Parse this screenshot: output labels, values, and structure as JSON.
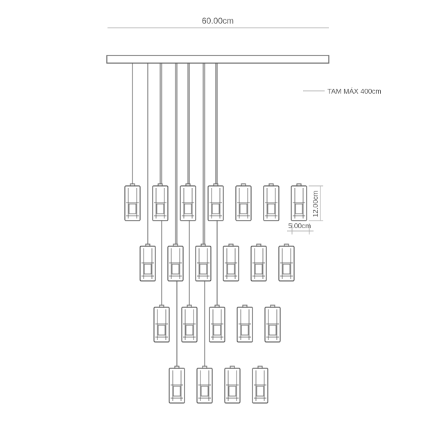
{
  "dimensions": {
    "width_label": "60.00cm",
    "max_length_label": "TAM MÁX 400cm",
    "height_label": "12.00cm",
    "pendant_width_label": "5.00cm"
  },
  "fixture": {
    "canopy_count": 1,
    "cable_count": 12,
    "rows": [
      {
        "pendant_count": 7
      },
      {
        "pendant_count": 6
      },
      {
        "pendant_count": 5
      },
      {
        "pendant_count": 4
      }
    ]
  },
  "colors": {
    "line": "#555555",
    "dimension_line": "#b0b0b0",
    "text": "#555555"
  }
}
